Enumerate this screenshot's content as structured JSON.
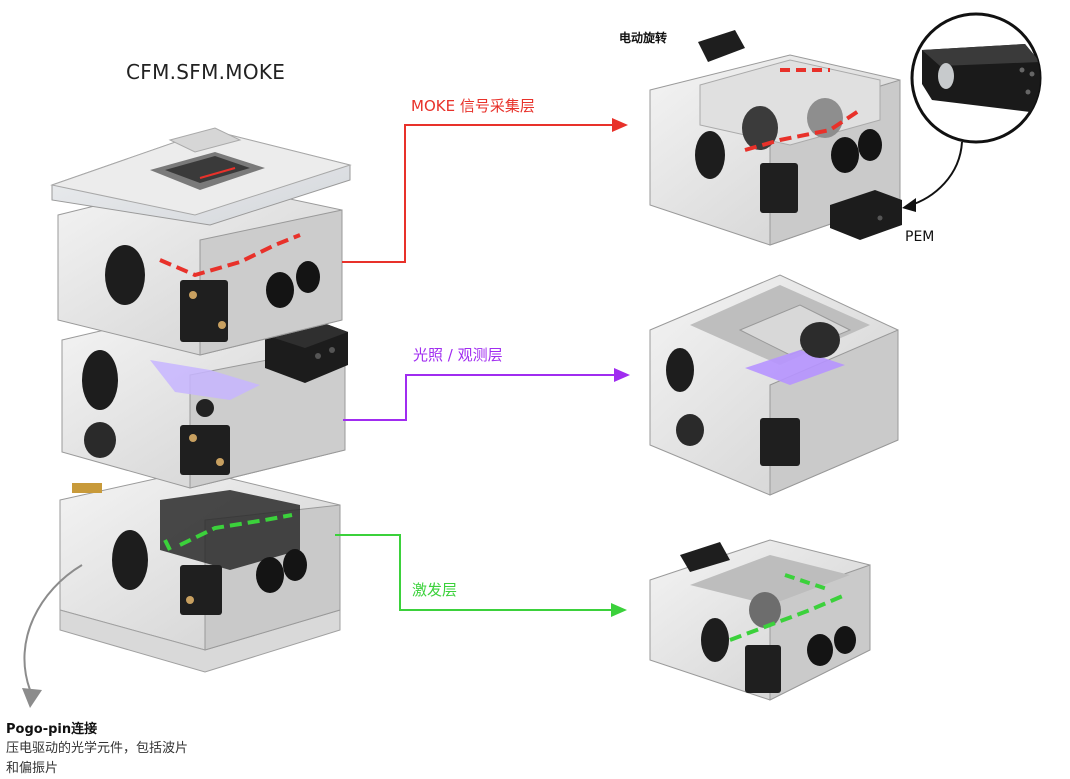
{
  "title": "CFM.SFM.MOKE",
  "colors": {
    "moke": "#e8312a",
    "illumination": "#a02cf0",
    "excitation": "#3bd13b",
    "pogo_arrow": "#8c8c8c"
  },
  "layers": [
    {
      "id": "moke",
      "label": "MOKE 信号采集层",
      "color": "#e8312a"
    },
    {
      "id": "illumination",
      "label": "光照 / 观测层",
      "color": "#a02cf0"
    },
    {
      "id": "excitation",
      "label": "激发层",
      "color": "#3bd13b"
    }
  ],
  "annotations": {
    "rotation": "电动旋转",
    "pem": "PEM"
  },
  "pogo": {
    "title": "Pogo-pin连接",
    "description": "压电驱动的光学元件，包括波片和偏振片"
  }
}
